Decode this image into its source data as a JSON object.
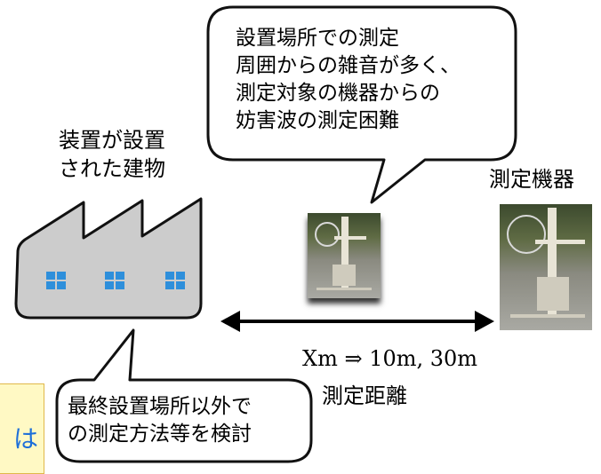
{
  "building_label": [
    "装置が設置",
    "された建物"
  ],
  "instrument_label": "測定機器",
  "bubble_top": [
    "設置場所での測定",
    "周囲からの雑音が多く、",
    "測定対象の機器からの",
    "妨害波の測定困難"
  ],
  "bubble_bottom": [
    "最終設置場所以外で",
    "の測定方法等を検討"
  ],
  "distance_text": "Xm ⇒ 10m, 30m",
  "distance_label": "測定距離",
  "side_note_char": "は",
  "colors": {
    "building": "#cccccc",
    "window": "#2e8fdb",
    "outline": "#111111",
    "note_bg": "#fff9c4",
    "note_text": "#1e6fd9"
  }
}
